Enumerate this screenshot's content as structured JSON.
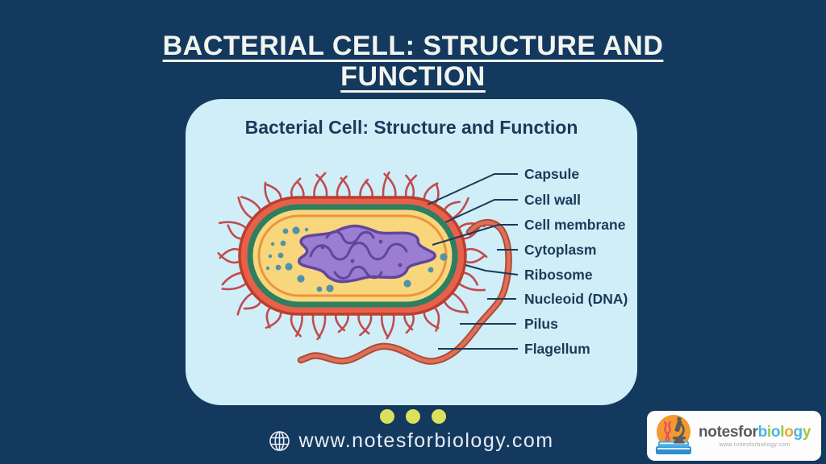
{
  "colors": {
    "background": "#14395e",
    "card_bg": "#cfeef7",
    "heading_text": "#f2f4ef",
    "ink": "#1b3a5a",
    "capsule": "#e9604a",
    "capsule_outline": "#b7402e",
    "cell_wall": "#2c7f61",
    "cell_membrane": "#ec9440",
    "cytoplasm": "#f8d67b",
    "ribosome": "#4e93a9",
    "nucleoid": "#9b7ed2",
    "nucleoid_outline": "#5f479b",
    "pili": "#c14b50",
    "flagellum": "#dd7158",
    "flagellum_outline": "#b04a38",
    "footer_dots": "#dce15d",
    "footer_text": "#e9ecf6",
    "logo_orange": "#f29a2d",
    "logo_book_blue": "#2b8fd0"
  },
  "header": {
    "title_line1": "BACTERIAL CELL: STRUCTURE AND",
    "title_line2": "FUNCTION"
  },
  "card": {
    "title": "Bacterial Cell: Structure and Function",
    "labels": [
      "Capsule",
      "Cell wall",
      "Cell membrane",
      "Cytoplasm",
      "Ribosome",
      "Nucleoid (DNA)",
      "Pilus",
      "Flagellum"
    ]
  },
  "footer": {
    "dots_count": 3,
    "globe_icon": "globe-icon",
    "website": "www.notesforbiology.com"
  },
  "logo": {
    "icon": "microscope-dna-books-icon",
    "text_notesfor": "notesfor",
    "biology_letters": [
      {
        "ch": "b",
        "color": "#45b6e8"
      },
      {
        "ch": "i",
        "color": "#a3c53d"
      },
      {
        "ch": "o",
        "color": "#45b6e8"
      },
      {
        "ch": "l",
        "color": "#a3c53d"
      },
      {
        "ch": "o",
        "color": "#f5a623"
      },
      {
        "ch": "g",
        "color": "#45b6e8"
      },
      {
        "ch": "y",
        "color": "#a3c53d"
      }
    ],
    "url": "www.notesforbiology.com"
  }
}
